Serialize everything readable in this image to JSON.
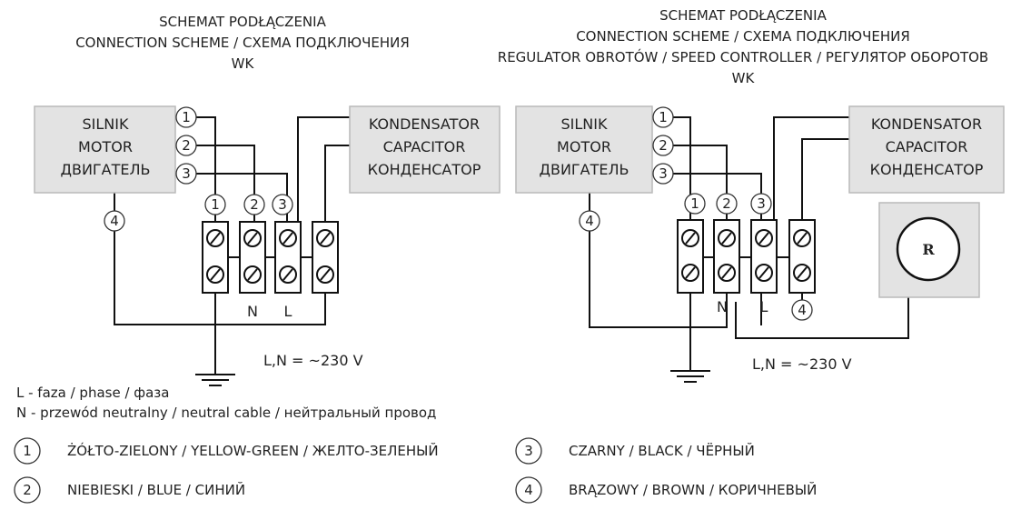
{
  "left_scheme": {
    "title_lines": [
      "SCHEMAT PODŁĄCZENIA",
      "CONNECTION SCHEME / СХЕМА ПОДКЛЮЧЕНИЯ",
      "WK"
    ],
    "motor_lines": [
      "SILNIK",
      "MOTOR",
      "ДВИГАТЕЛЬ"
    ],
    "capacitor_lines": [
      "KONDENSATOR",
      "CAPACITOR",
      "КОНДЕНСАТОР"
    ],
    "motor_wires": [
      "1",
      "2",
      "3"
    ],
    "ground_wire": "4",
    "terminal_numbers": [
      "1",
      "2",
      "3"
    ],
    "terminal_labels": [
      "N",
      "L"
    ],
    "voltage": "L,N = ~230 V"
  },
  "right_scheme": {
    "title_lines": [
      "SCHEMAT PODŁĄCZENIA",
      "CONNECTION SCHEME / СХЕМА ПОДКЛЮЧЕНИЯ",
      "REGULATOR OBROTÓW / SPEED CONTROLLER / РЕГУЛЯТОР ОБОРОТОВ",
      "WK"
    ],
    "motor_lines": [
      "SILNIK",
      "MOTOR",
      "ДВИГАТЕЛЬ"
    ],
    "capacitor_lines": [
      "KONDENSATOR",
      "CAPACITOR",
      "КОНДЕНСАТОР"
    ],
    "motor_wires": [
      "1",
      "2",
      "3"
    ],
    "ground_wire": "4",
    "terminal_numbers": [
      "1",
      "2",
      "3"
    ],
    "terminal_labels": [
      "N",
      "L"
    ],
    "terminal_extra": "4",
    "regulator": "R",
    "voltage": "L,N = ~230 V"
  },
  "notes": {
    "l_line": "L - faza / phase / фаза",
    "n_line": "N - przewód neutralny / neutral cable / нейтральный провод"
  },
  "legend": [
    {
      "num": "1",
      "label": "ŻÓŁTO-ZIELONY / YELLOW-GREEN / ЖЕЛТО-ЗЕЛЕНЫЙ"
    },
    {
      "num": "2",
      "label": "NIEBIESKI / BLUE / СИНИЙ"
    },
    {
      "num": "3",
      "label": "CZARNY / BLACK / ЧЁРНЫЙ"
    },
    {
      "num": "4",
      "label": "BRĄZOWY / BROWN / КОРИЧНЕВЫЙ"
    }
  ]
}
